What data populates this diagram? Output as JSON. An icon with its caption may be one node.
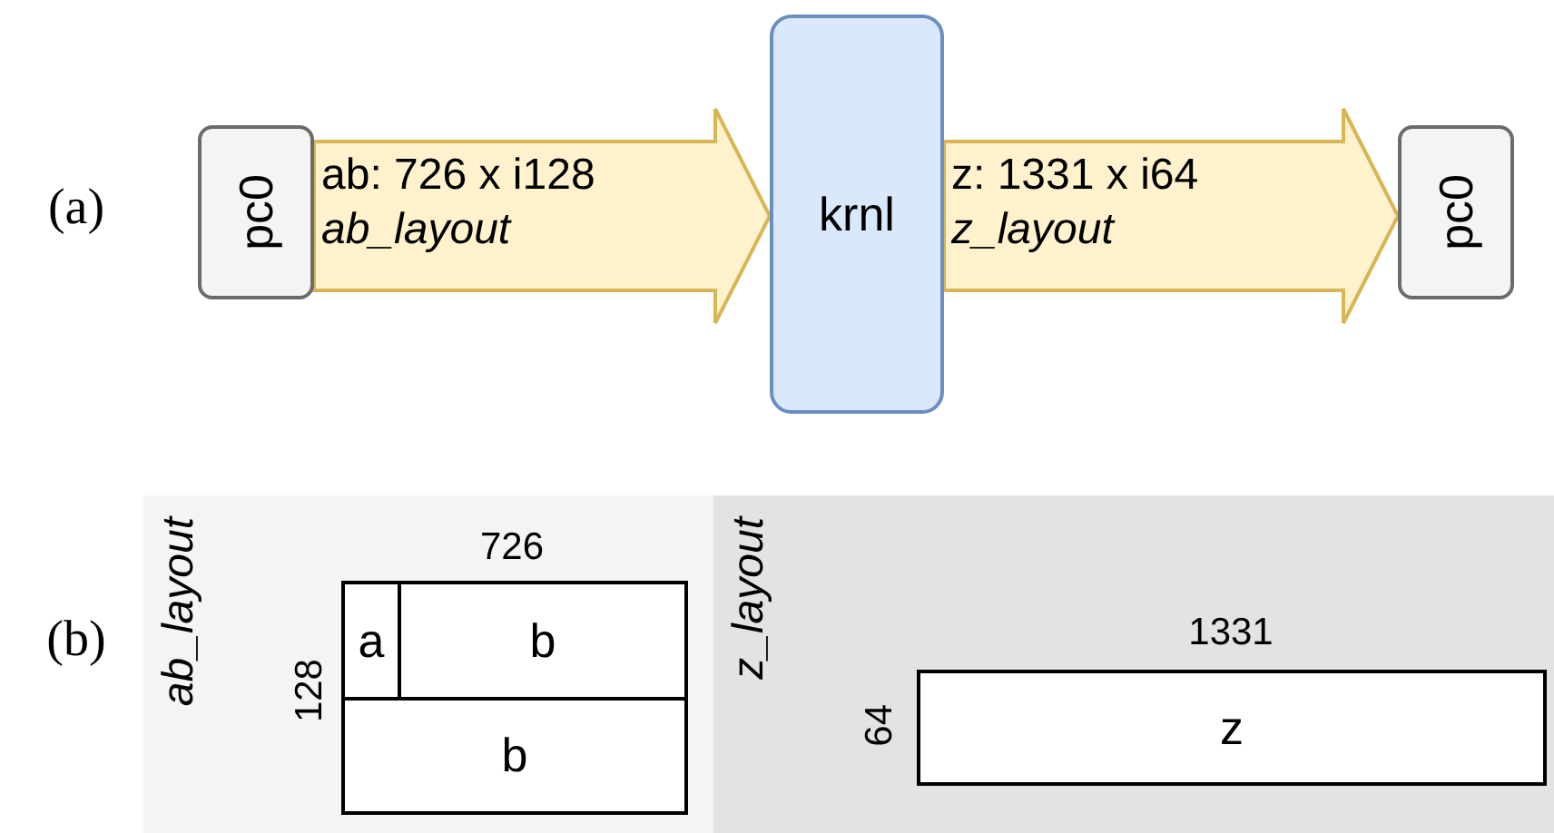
{
  "diagram": {
    "nodes": [
      {
        "text": [
          "pc0"
        ]
      },
      {
        "text": [
          "krnl"
        ]
      },
      {
        "text": [
          "pc0"
        ]
      },
      {
        "text": [
          "ab_layout"
        ]
      },
      {
        "text": [
          "a"
        ],
        "in": 3
      },
      {
        "text": [
          "b"
        ],
        "in": 3
      },
      {
        "text": [
          "b"
        ],
        "in": 3
      },
      {
        "text": [
          "z_layout"
        ]
      },
      {
        "text": [
          "z"
        ],
        "in": 7,
        "beside": [
          "1331",
          "64"
        ]
      }
    ],
    "edges": [
      {
        "from": 0,
        "to": 1,
        "arrow": "to",
        "style": "thick",
        "label": "ab: 726 x i128 *ab_layout*"
      },
      {
        "from": 1,
        "to": 2,
        "arrow": "to",
        "style": "thick",
        "label": "z: 1331 x i64 *z_layout*"
      }
    ],
    "labels": [
      "(a)",
      "(b)",
      "726",
      "128"
    ]
  }
}
